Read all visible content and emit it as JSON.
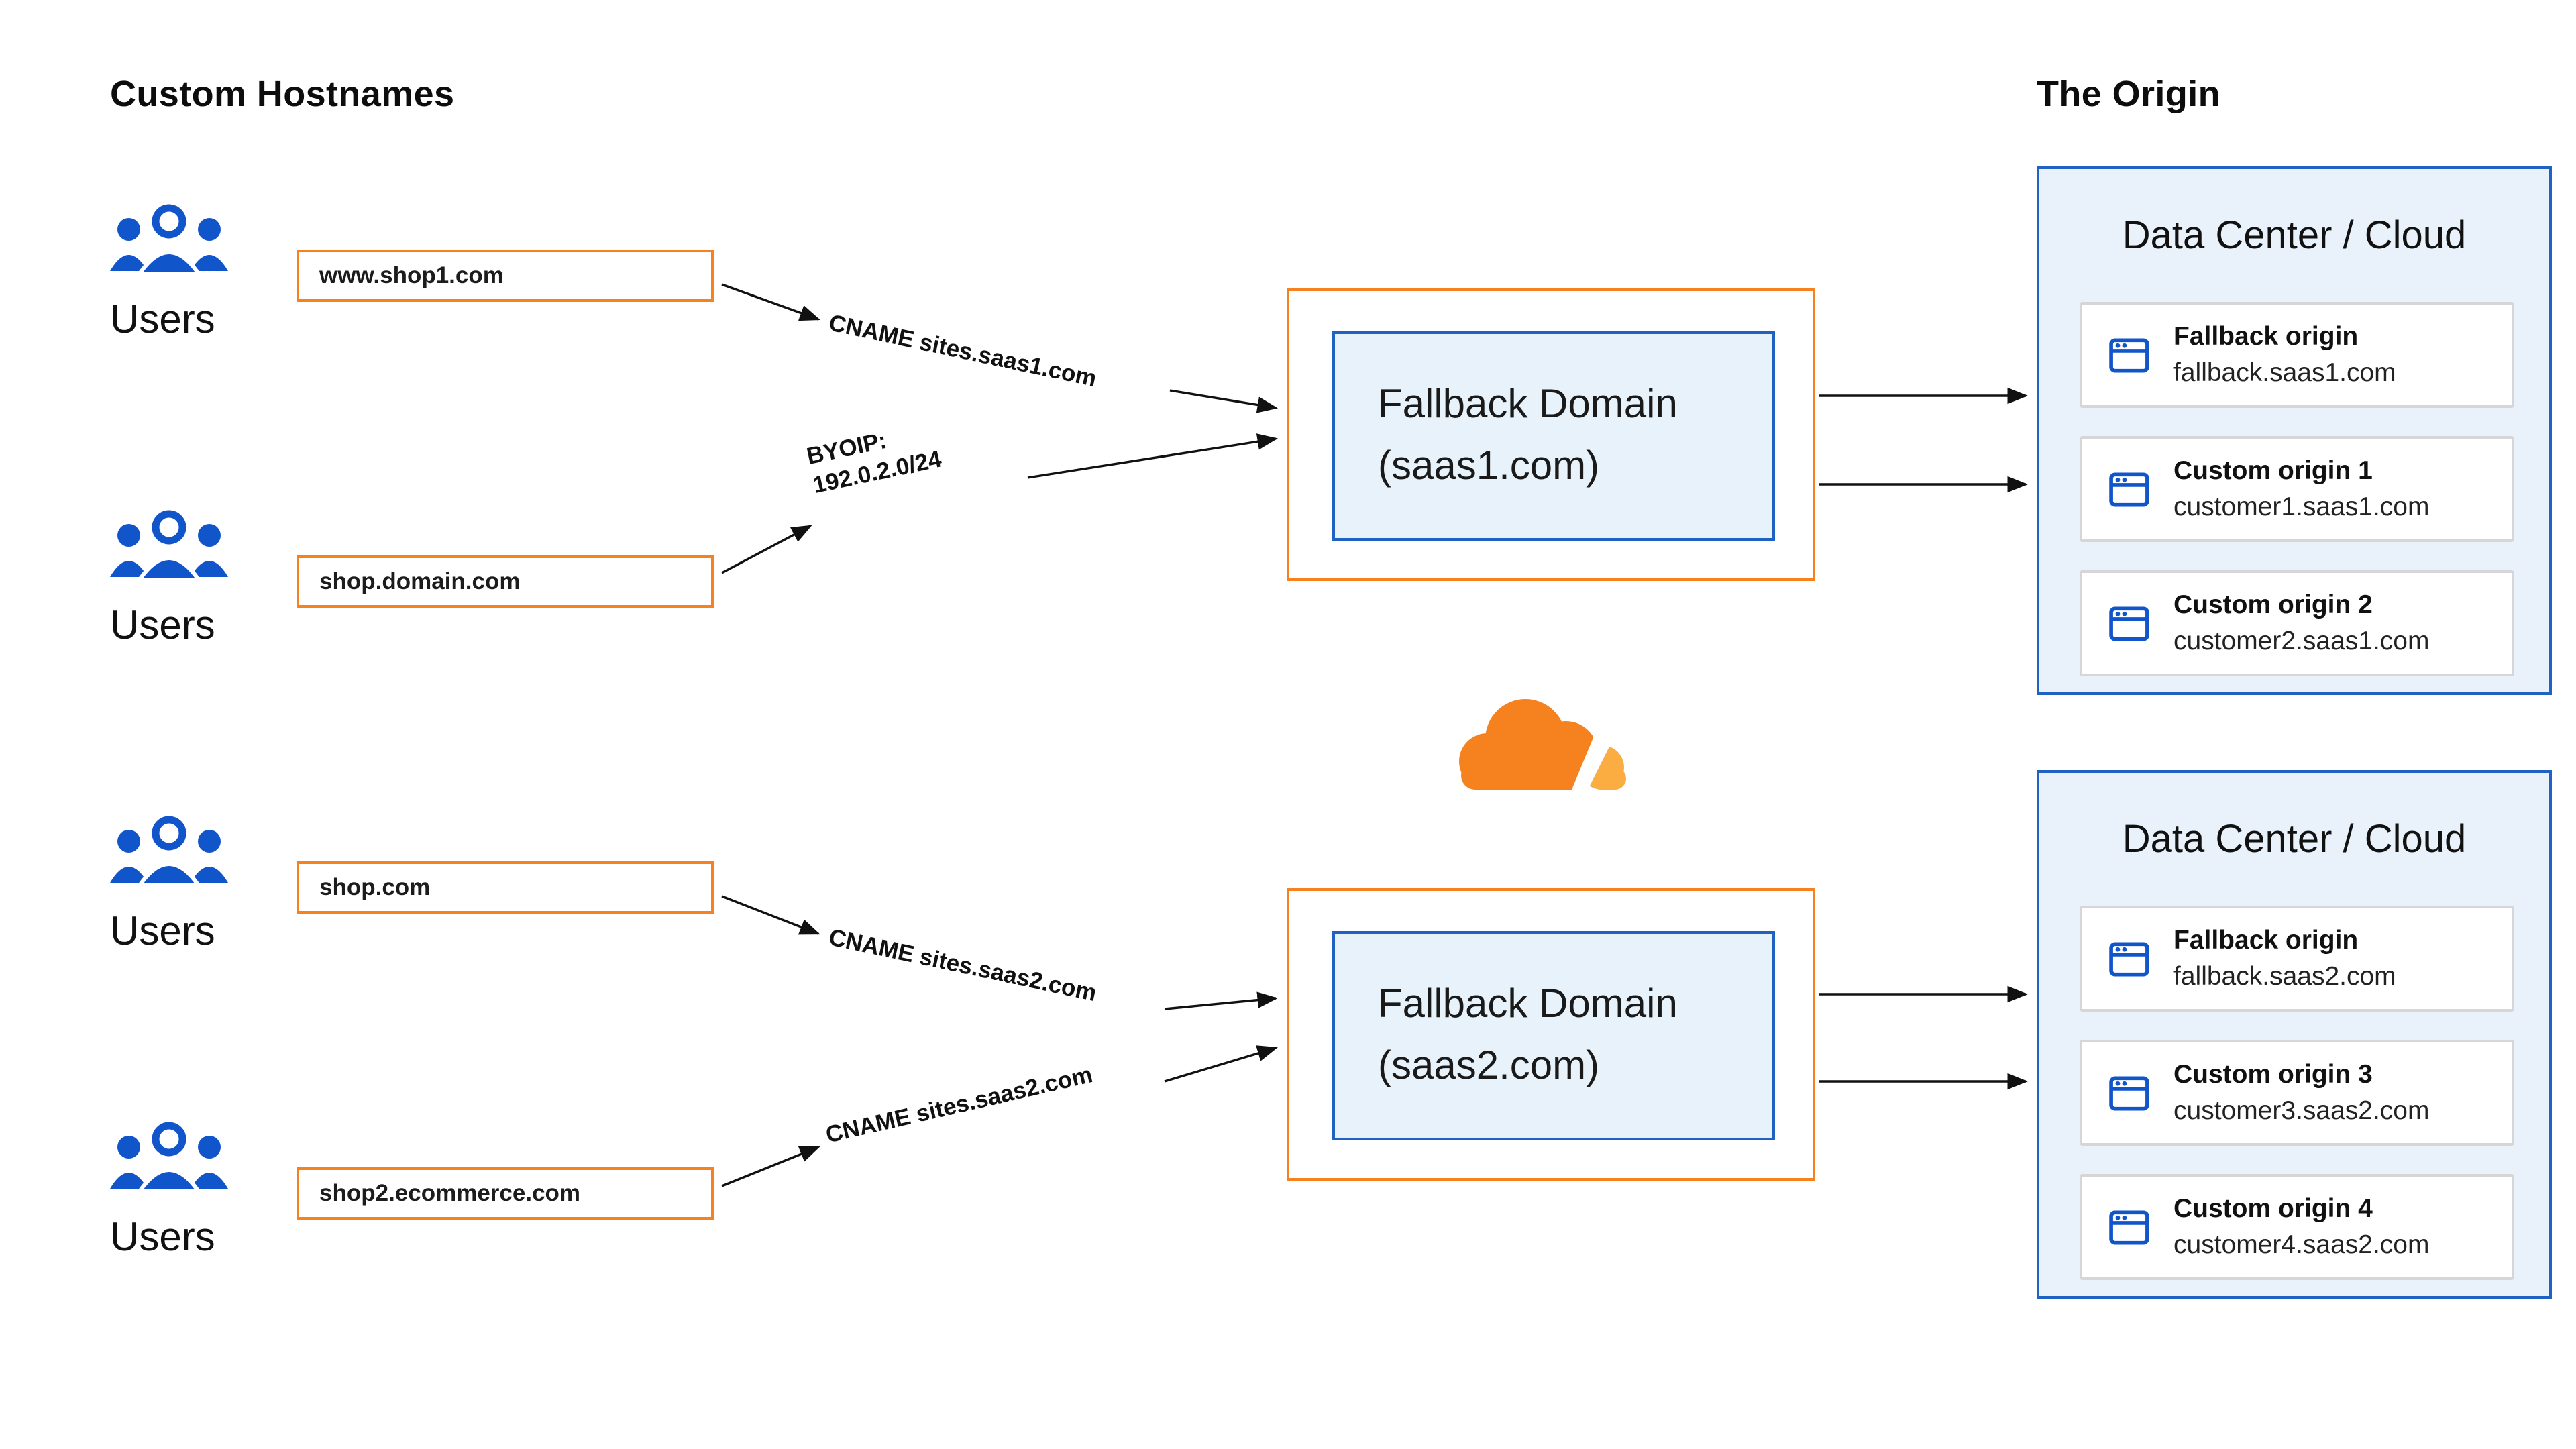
{
  "headings": {
    "custom_hostnames": "Custom Hostnames",
    "the_origin": "The Origin"
  },
  "users_label": "Users",
  "hostnames": [
    {
      "label": "www.shop1.com"
    },
    {
      "label": "shop.domain.com"
    },
    {
      "label": "shop.com"
    },
    {
      "label": "shop2.ecommerce.com"
    }
  ],
  "edge_labels": [
    {
      "text": "CNAME sites.saas1.com"
    },
    {
      "line1": "BYOIP:",
      "line2": "192.0.2.0/24"
    },
    {
      "text": "CNAME sites.saas2.com"
    },
    {
      "text": "CNAME sites.saas2.com"
    }
  ],
  "fallback_domains": [
    {
      "line1": "Fallback Domain",
      "line2": "(saas1.com)"
    },
    {
      "line1": "Fallback Domain",
      "line2": "(saas2.com)"
    }
  ],
  "data_centers": [
    {
      "title": "Data Center / Cloud",
      "origins": [
        {
          "name": "Fallback origin",
          "host": "fallback.saas1.com"
        },
        {
          "name": "Custom origin 1",
          "host": "customer1.saas1.com"
        },
        {
          "name": "Custom origin 2",
          "host": "customer2.saas1.com"
        }
      ]
    },
    {
      "title": "Data Center / Cloud",
      "origins": [
        {
          "name": "Fallback origin",
          "host": "fallback.saas2.com"
        },
        {
          "name": "Custom origin 3",
          "host": "customer3.saas2.com"
        },
        {
          "name": "Custom origin 4",
          "host": "customer4.saas2.com"
        }
      ]
    }
  ],
  "colors": {
    "orange": "#F6821F",
    "light_orange": "#FBAD41",
    "blue_border": "#2062C4",
    "icon_blue": "#1155CB",
    "light_blue_fill": "#E9F2FA",
    "inner_blue_fill": "#E8F2FB",
    "text": "#111111"
  }
}
